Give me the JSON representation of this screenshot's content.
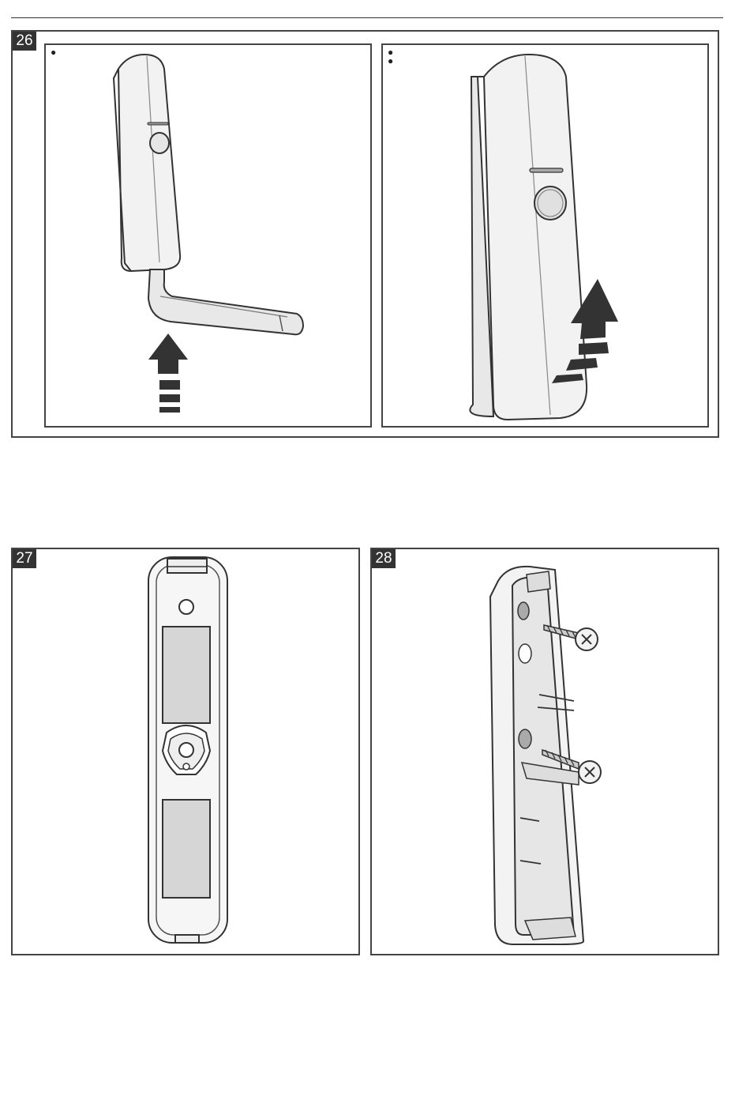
{
  "figures": [
    {
      "number": "26",
      "steps": [
        {
          "marker": "●"
        },
        {
          "marker": "●●"
        }
      ]
    },
    {
      "number": "27"
    },
    {
      "number": "28"
    }
  ],
  "colors": {
    "line": "#333333",
    "frame": "#444444",
    "fill_light": "#eeeeee",
    "fill_mid": "#d0d0d0",
    "badge_bg": "#333333"
  }
}
